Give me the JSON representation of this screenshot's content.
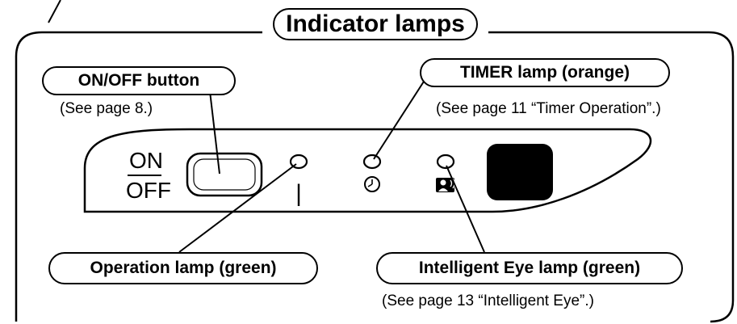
{
  "title": "Indicator lamps",
  "callouts": {
    "onoff": {
      "label": "ON/OFF button",
      "caption": "(See page 8.)"
    },
    "timer": {
      "label": "TIMER lamp (orange)",
      "caption": "(See page 11 “Timer Operation”.)"
    },
    "operation": {
      "label": "Operation lamp (green)"
    },
    "eye": {
      "label": "Intelligent Eye lamp (green)",
      "caption": "(See page 13 “Intelligent Eye”.)"
    }
  },
  "panel": {
    "on_text": "ON",
    "off_text": "OFF",
    "operation_symbol": "|"
  },
  "icons": [
    "operation-lamp-icon",
    "timer-clock-icon",
    "intelligent-eye-icon"
  ],
  "colors": {
    "line": "#000000",
    "background": "#ffffff",
    "sensor": "#000000"
  }
}
